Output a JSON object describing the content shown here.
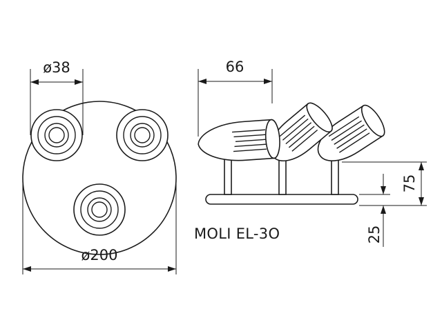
{
  "drawing": {
    "model_name": "MOLI EL-3O",
    "dimensions": {
      "spot_diameter": "ø38",
      "base_diameter": "ø200",
      "width": "66",
      "height": "75",
      "base_height": "25"
    }
  },
  "colors": {
    "line": "#1a1a1a",
    "background": "#ffffff"
  }
}
